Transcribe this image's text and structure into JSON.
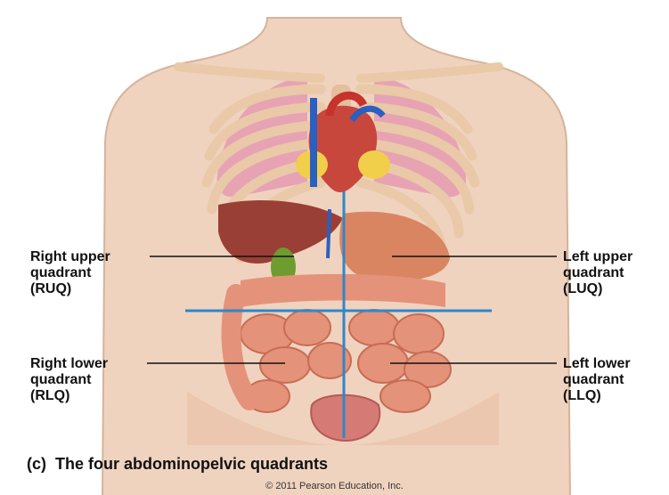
{
  "labels": {
    "ruq": [
      "Right upper",
      "quadrant",
      "(RUQ)"
    ],
    "luq": [
      "Left upper",
      "quadrant",
      "(LUQ)"
    ],
    "rlq": [
      "Right lower",
      "quadrant",
      "(RLQ)"
    ],
    "llq": [
      "Left lower",
      "quadrant",
      "(LLQ)"
    ]
  },
  "caption": {
    "letter": "(c)",
    "text": "The four abdominopelvic quadrants"
  },
  "copyright": "© 2011 Pearson Education, Inc.",
  "colors": {
    "skin": "#efd3bf",
    "bone": "#e9c9a8",
    "lung": "#e7a3b3",
    "liver": "#9a3f35",
    "stomach": "#d98562",
    "intestine": "#e49279",
    "quadrant_line": "#2f87c9",
    "artery": "#c7322b",
    "vein": "#2b5fc0",
    "fat": "#f1cf4a",
    "gallbladder": "#6e9c2f"
  }
}
